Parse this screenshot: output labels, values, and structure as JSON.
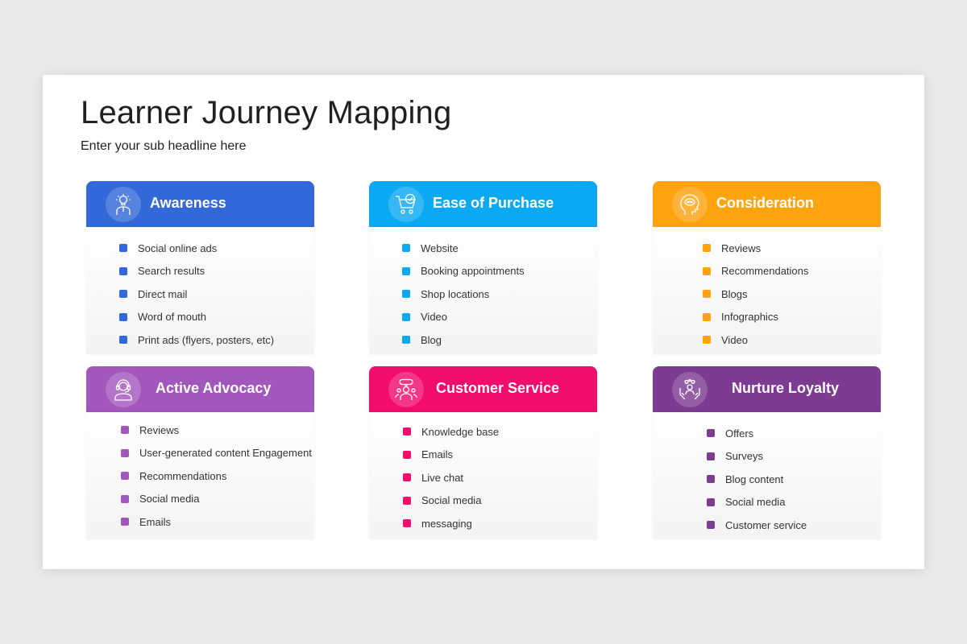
{
  "title": "Learner Journey Mapping",
  "subtitle": "Enter your sub headline here",
  "cards": [
    {
      "title": "Awareness",
      "icon": "lightbulb-person-icon",
      "color": "#3268d8",
      "bullet_color": "#3268d8",
      "items": [
        "Social online ads",
        "Search results",
        "Direct mail",
        "Word of mouth",
        "Print ads (flyers, posters, etc)"
      ]
    },
    {
      "title": "Ease of Purchase",
      "icon": "shopping-cart-check-icon",
      "color": "#0aa9f2",
      "bullet_color": "#0aa9f2",
      "items": [
        "Website",
        "Booking appointments",
        "Shop locations",
        "Video",
        "Blog"
      ]
    },
    {
      "title": "Consideration",
      "icon": "thinking-head-icon",
      "color": "#ffa30f",
      "bullet_color": "#ffa30f",
      "items": [
        "Reviews",
        "Recommendations",
        "Blogs",
        "Infographics",
        "Video"
      ]
    },
    {
      "title": "Active Advocacy",
      "icon": "support-agent-icon",
      "color": "#a257bd",
      "bullet_color": "#a257bd",
      "items": [
        "Reviews",
        "User-generated content Engagement",
        "Recommendations",
        "Social media",
        "Emails"
      ]
    },
    {
      "title": "Customer Service",
      "icon": "customer-chat-icon",
      "color": "#f20c6c",
      "bullet_color": "#f20c6c",
      "items": [
        "Knowledge base",
        "Emails",
        "Live chat",
        "Social media",
        "messaging"
      ]
    },
    {
      "title": "Nurture Loyalty",
      "icon": "hands-heart-icon",
      "color": "#7d3b91",
      "bullet_color": "#7d3b91",
      "items": [
        "Offers",
        "Surveys",
        "Blog content",
        "Social media",
        "Customer service"
      ]
    }
  ]
}
